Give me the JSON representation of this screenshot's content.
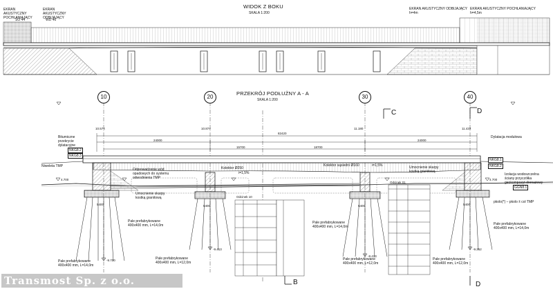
{
  "side_view": {
    "title": "WIDOK Z BOKU",
    "scale": "SKALA 1:200",
    "screen_left_absorbing": "EKRAN AKUSTYCZNY POCHŁANIAJĄCY",
    "screen_left_reflecting": "EKRAN AKUSTYCZNY ODBIJAJĄCY",
    "screen_left_absorbing_code": "SO 44",
    "screen_left_reflecting_code": "WD 46",
    "screen_right_reflecting": "EKRAN AKUSTYCZNY ODBIJAJĄCY",
    "screen_right_reflecting_height": "h=4m",
    "screen_right_absorbing": "EKRAN AKUSTYCZNY POCHŁANIAJĄCY",
    "screen_right_absorbing_height": "h=4,5m"
  },
  "section_view": {
    "title": "PRZEKRÓJ PODŁUŻNY  A - A",
    "scale": "SKALA 1:200",
    "axes": [
      "10",
      "20",
      "30",
      "40"
    ],
    "section_marks": {
      "c": "C",
      "d": "D",
      "b": "B"
    },
    "labels": {
      "bitumen_joint": "Bitumiczne przekrycie dylatacyjne",
      "nivelette": "Niweleta TMP",
      "drainage": "Odprowadzenie wód opadowych do systemu odwodnienia TMP",
      "reinforcement_left": "Umocnienie skarpy kostką granitową",
      "collector": "Kolektor Ø250",
      "collector_slope": "i=1,5%",
      "collector_neighbor": "Kolektor sąsiedni Ø160",
      "collector_neighbor_slope": "i=1,5%",
      "reinforcement_right": "Umocnienie skarpy kostką granitową",
      "modular_joint": "Dylatacja modułowa",
      "insulation": "Izolacja wodoszczelna ściany przyczółka geokompozyt drenażowy",
      "tmp_note": "pkolo(*) – pkolo ± col TMP",
      "piles_left_upper": "Pale prefabrykowane",
      "piles_left_upper_spec": "400x400 mm, L=14,0m",
      "piles_left_lower": "Pale prefabrykowane",
      "piles_left_lower_spec": "400x400 mm, L=14,0m",
      "piles_mid_left": "Pale prefabrykowane",
      "piles_mid_left_spec": "400x400 mm, L=12,0m",
      "piles_mid_right": "Pale prefabrykowane",
      "piles_mid_right_spec": "400x400 mm, L=14,0m",
      "piles_right_lower": "Pale prefabrykowane",
      "piles_right_lower_spec": "400x400 mm, L=12,0m",
      "piles_right": "Pale prefabrykowane",
      "piles_right_spec": "400x400 mm, L=14,0m"
    },
    "tags": {
      "left_1": "NKG8.2",
      "left_2": "NKG8.3",
      "right_1": "NKG8.1",
      "right_2": "NKG8.2",
      "right_3": "GGN8.1"
    },
    "dims": {
      "span_total": "82420",
      "span_1": "24000",
      "span_2": "24000",
      "span_3": "15700",
      "span_4": "18700",
      "el_left": "10.574",
      "el_mid1": "10.874",
      "el_mid2": "11.180",
      "el_right": "11.433",
      "gl_left": "4.700",
      "gl_right": "4.700",
      "tip_left": "-9.700",
      "tip_mid1": "-9.413",
      "tip_mid2": "-8.413",
      "tip_right": "-9.252",
      "found_1": "5400",
      "found_2": "5400",
      "found_3": "5400",
      "found_4": "5400"
    },
    "table_header_left": "Odcinek 10",
    "table_header_right": "Odcinek 01"
  },
  "watermark": "Transmost Sp. z o.o."
}
